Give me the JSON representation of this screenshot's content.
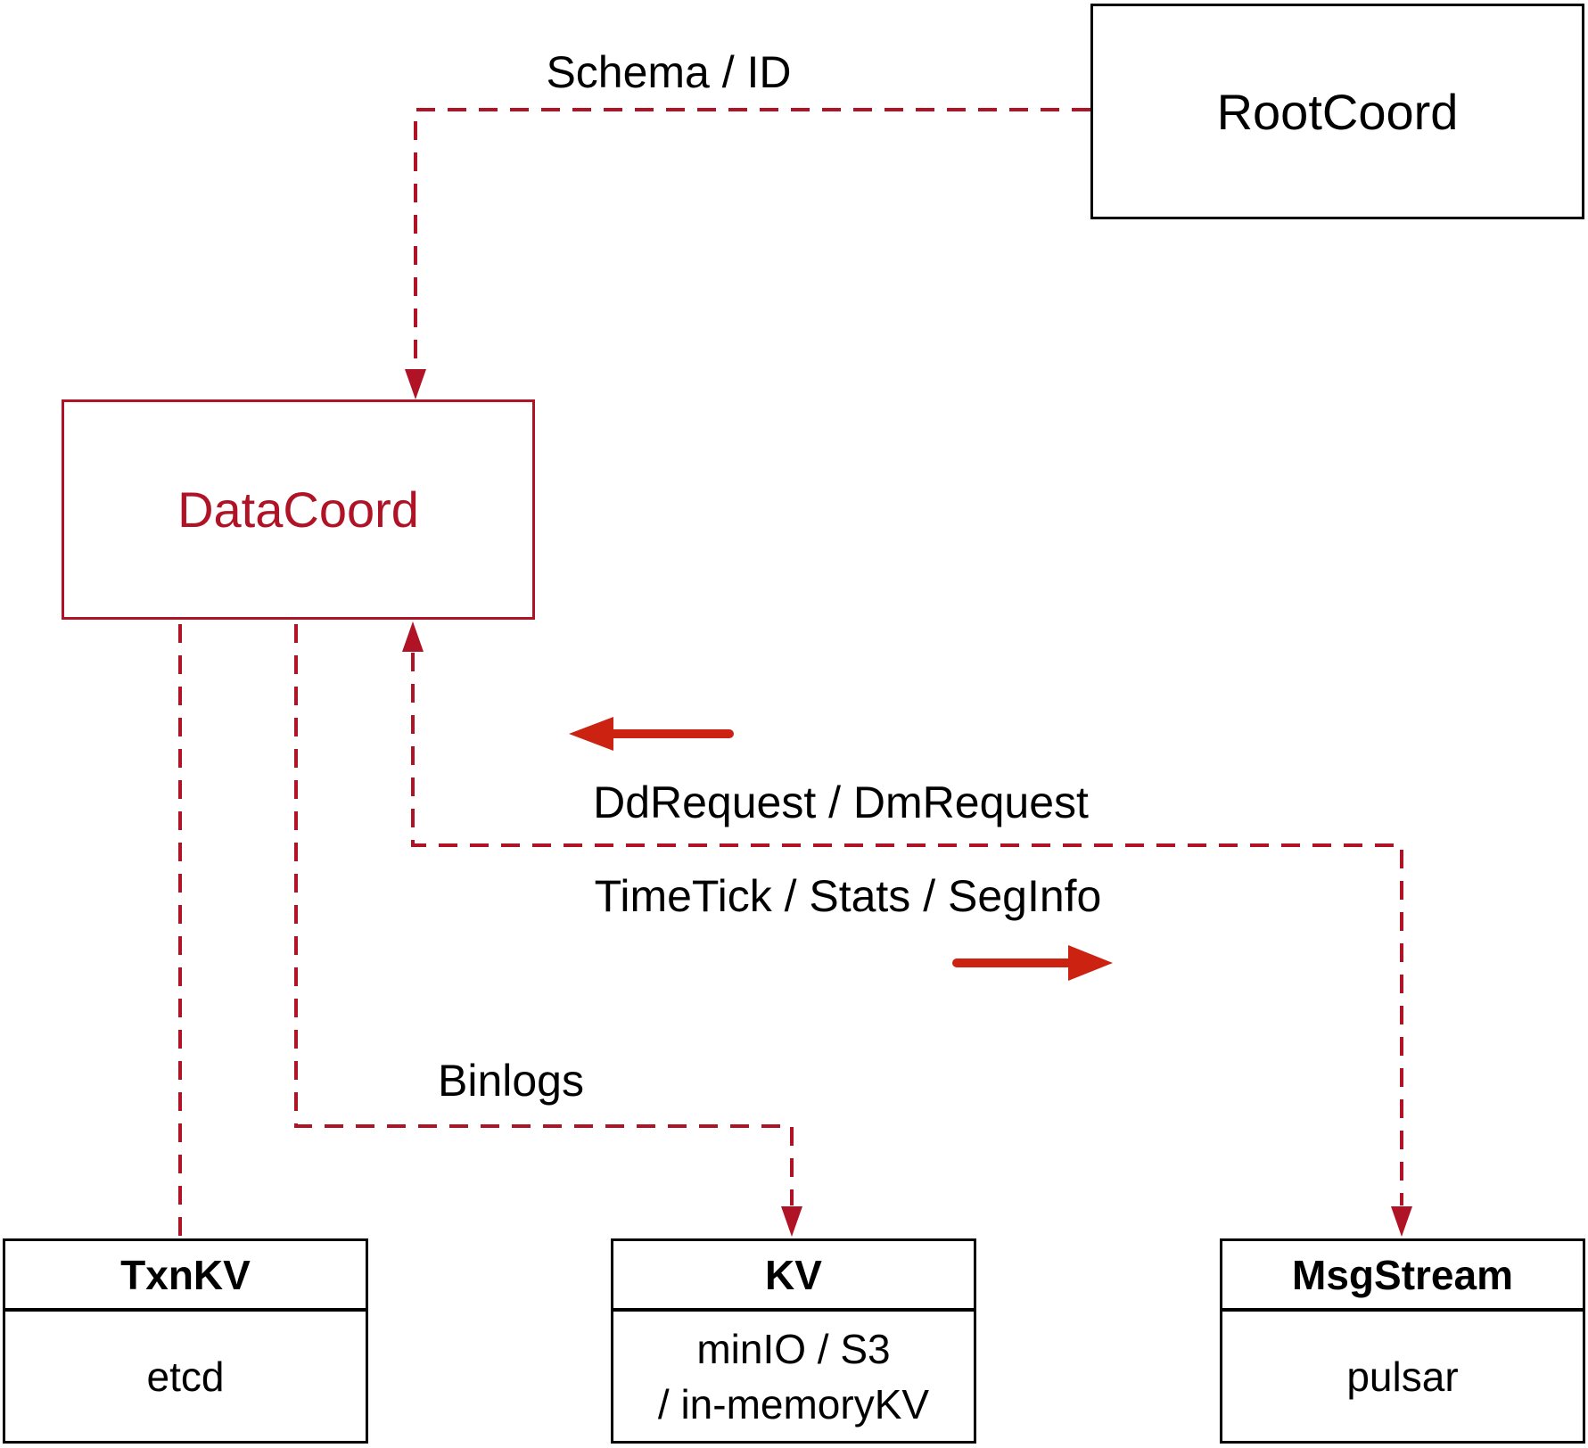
{
  "diagram": {
    "nodes": {
      "root_coord": {
        "label": "RootCoord"
      },
      "data_coord": {
        "label": "DataCoord"
      },
      "txn_kv": {
        "title": "TxnKV",
        "body": "etcd"
      },
      "kv": {
        "title": "KV",
        "body_line1": "minIO / S3",
        "body_line2": "/ in-memoryKV"
      },
      "msg_stream": {
        "title": "MsgStream",
        "body": "pulsar"
      }
    },
    "edge_labels": {
      "schema_id": "Schema / ID",
      "dd_request": "DdRequest / DmRequest",
      "time_tick": "TimeTick / Stats / SegInfo",
      "binlogs": "Binlogs"
    },
    "colors": {
      "line_crimson": "#b01226",
      "arrow_red": "#cc2211",
      "box_border_black": "#000000",
      "text_black": "#000000",
      "background": "#ffffff"
    }
  }
}
